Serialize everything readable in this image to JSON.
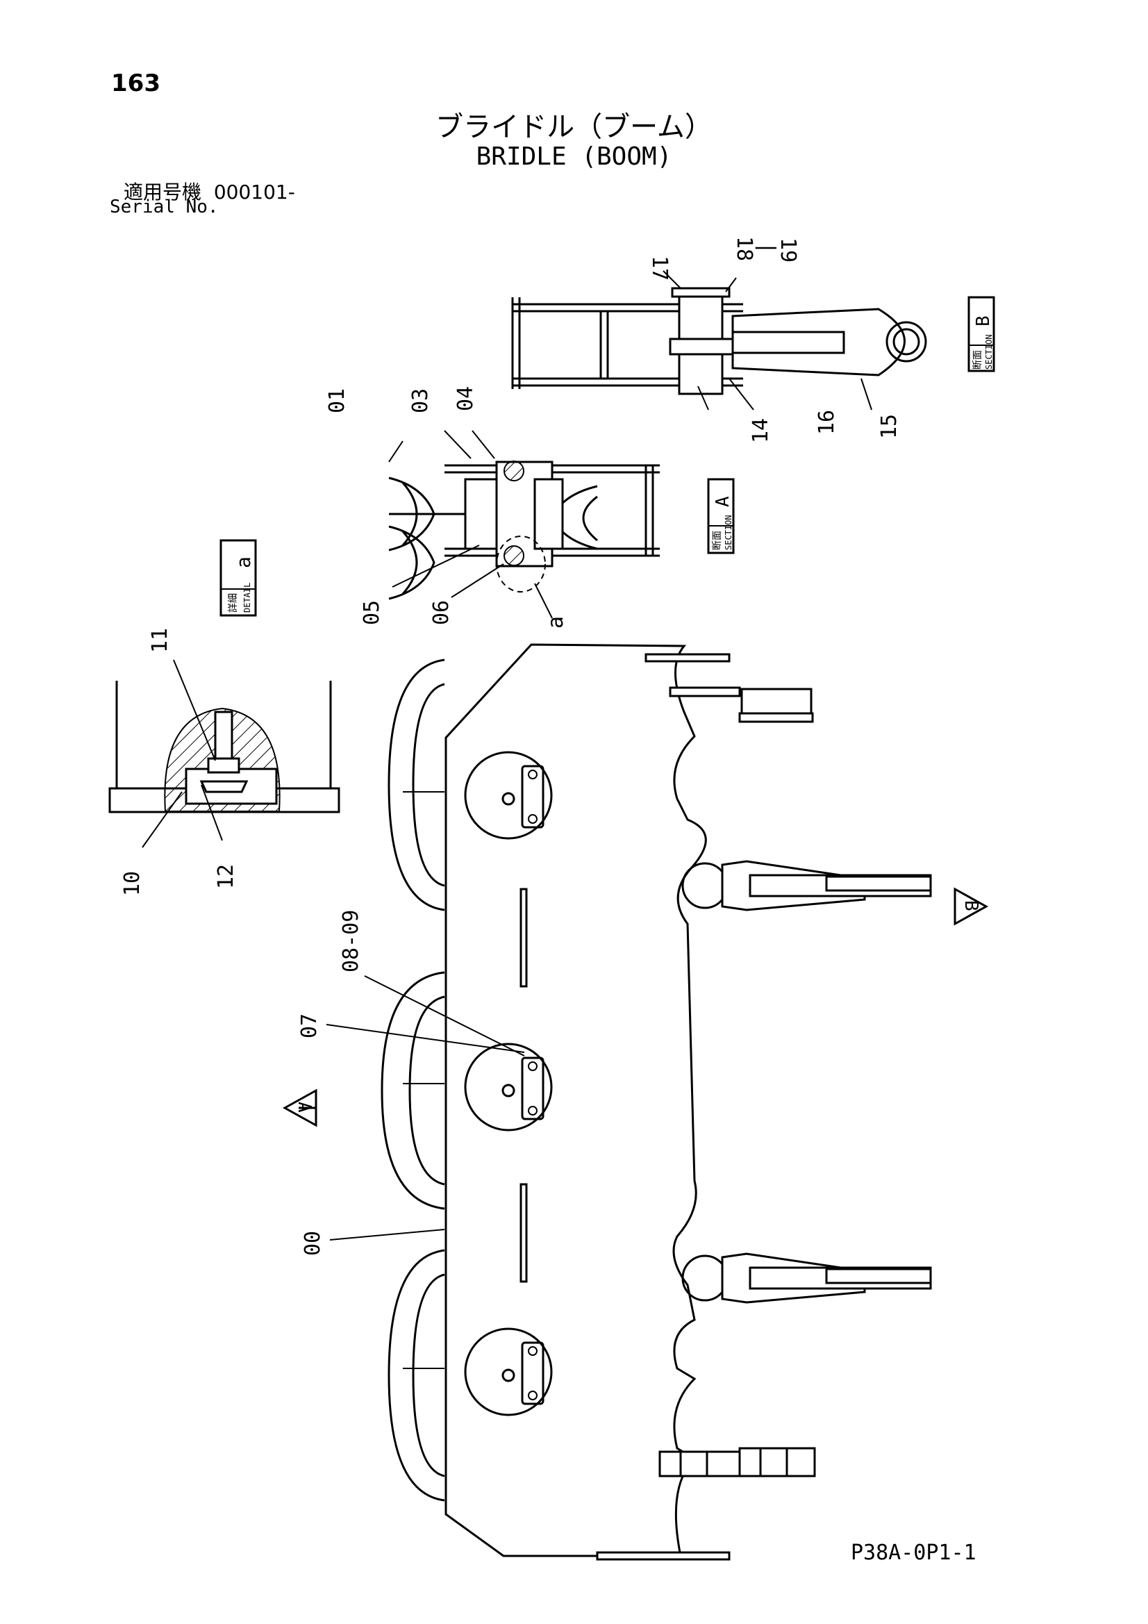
{
  "header": {
    "page_number": "163",
    "title_jp": "ブライドル（ブーム）",
    "title_en": "BRIDLE (BOOM)",
    "serial_label_jp": "適用号機",
    "serial_value": "000101-",
    "serial_label_en": "Serial No."
  },
  "footer": {
    "drawing_code": "P38A-0P1-1"
  },
  "view_tags": {
    "section_b": {
      "jp": "断面",
      "en": "SECTION",
      "letter": "B"
    },
    "section_a": {
      "jp": "断面",
      "en": "SECTION",
      "letter": "A"
    },
    "detail_a": {
      "jp": "詳細",
      "en": "DETAIL",
      "letter": "a"
    }
  },
  "callouts": {
    "c00": "00",
    "c01": "01",
    "c03": "03",
    "c04": "04",
    "c05": "05",
    "c06": "06",
    "c07": "07",
    "c08_09": "08-09",
    "c10": "10",
    "c11": "11",
    "c12": "12",
    "c14": "14",
    "c15": "15",
    "c16": "16",
    "c17": "17",
    "c18": "18",
    "c18_19_sep": "|",
    "c19": "19",
    "detail_ref": "a"
  },
  "arrow_letters": {
    "a": "A",
    "b": "B"
  }
}
